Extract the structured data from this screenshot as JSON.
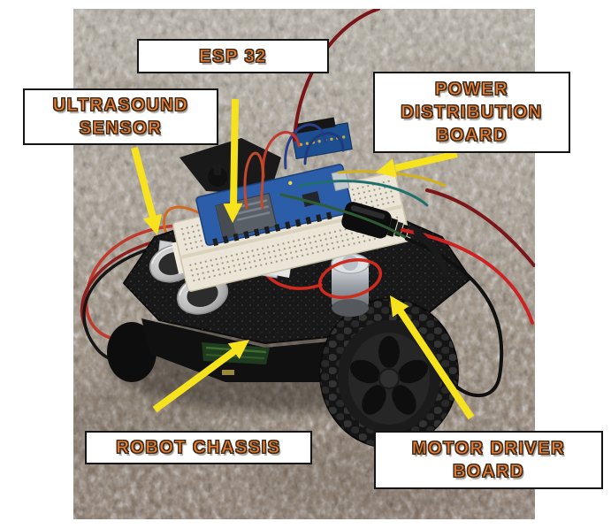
{
  "figure": {
    "labels": [
      {
        "id": "esp32",
        "text": "ESP 32"
      },
      {
        "id": "ultrasound-sensor",
        "text": "ULTRASOUND SENSOR"
      },
      {
        "id": "power-distribution-board",
        "text": "POWER DISTRIBUTION BOARD"
      },
      {
        "id": "robot-chassis",
        "text": "ROBOT CHASSIS"
      },
      {
        "id": "motor-driver-board",
        "text": "MOTOR DRIVER BOARD"
      }
    ]
  },
  "colors": {
    "label-text": "#ED7D31",
    "label-outline": "#3a2a1a",
    "label-bg": "#ffffff",
    "label-border": "#141414",
    "arrow": "#F7E21E",
    "page-bg": "#ffffff",
    "carpet-light": "#b8b2a6",
    "carpet-dark": "#8a7767",
    "chassis": "#181818",
    "esp32-blue": "#2c5da8",
    "breadboard": "#eae5d6"
  }
}
